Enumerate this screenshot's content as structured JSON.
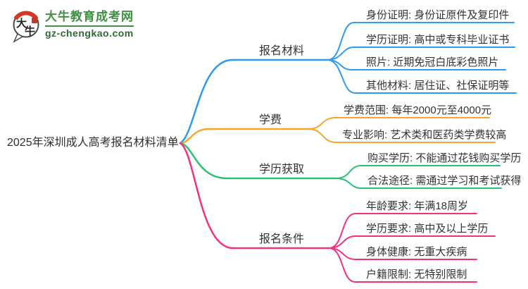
{
  "site": {
    "logo_title": "大牛教育成考网",
    "logo_domain": "gz-chengkao.com",
    "logo_icon_char_1": "大",
    "logo_icon_char_2": "牛",
    "brand_green": "#3d9140"
  },
  "mindmap": {
    "root": "2025年深圳成人高考报名材料清单",
    "text_color": "#333333",
    "branches": [
      {
        "label": "报名材料",
        "color": "#2e9bf0",
        "children": [
          "身份证明: 身份证原件及复印件",
          "学历证明: 高中或专科毕业证书",
          "照片: 近期免冠白底彩色照片",
          "其他材料: 居住证、社保证明等"
        ]
      },
      {
        "label": "学费",
        "color": "#f7a62b",
        "children": [
          "学费范围: 每年2000元至4000元",
          "专业影响: 艺术类和医药类学费较高"
        ]
      },
      {
        "label": "学历获取",
        "color": "#2bc275",
        "children": [
          "购买学历: 不能通过花钱购买学历",
          "合法途径: 需通过学习和考试获得"
        ]
      },
      {
        "label": "报名条件",
        "color": "#f5317f",
        "children": [
          "年龄要求: 年满18周岁",
          "学历要求: 高中及以上学历",
          "身体健康: 无重大疾病",
          "户籍限制: 无特别限制"
        ]
      }
    ]
  }
}
